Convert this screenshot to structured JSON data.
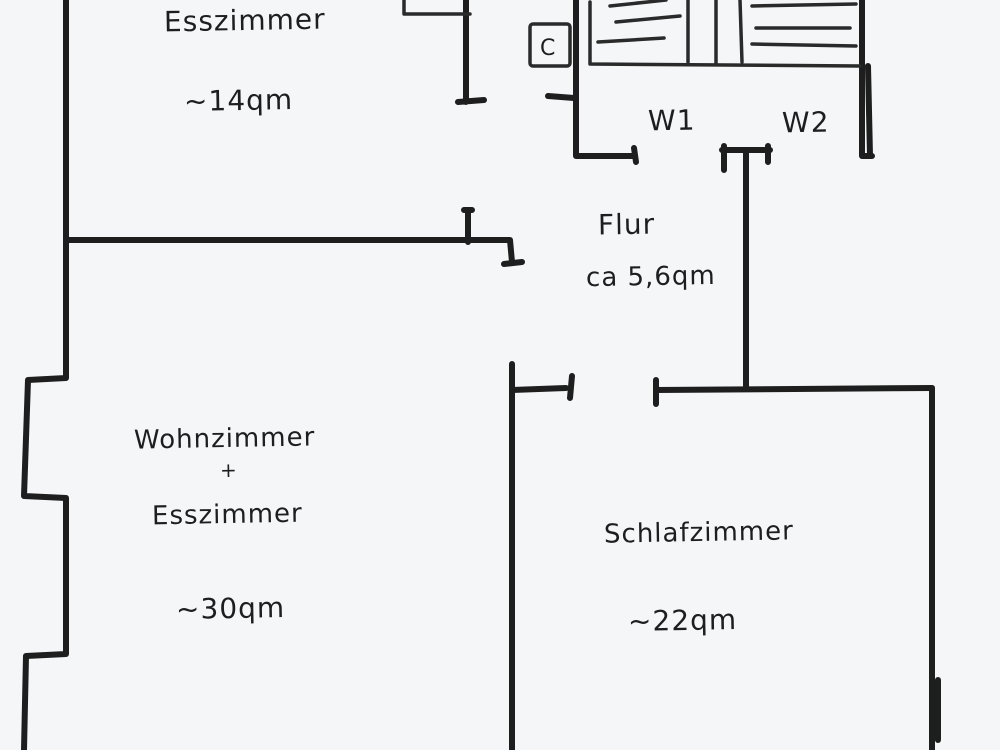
{
  "rooms": {
    "top_left": {
      "name": "Esszimmer",
      "area": "~14qm"
    },
    "hallway": {
      "name": "Flur",
      "area": "ca 5,6qm"
    },
    "living": {
      "name_line1": "Wohnzimmer",
      "plus": "+",
      "name_line2": "Esszimmer",
      "area": "~30qm"
    },
    "bedroom": {
      "name": "Schlafzimmer",
      "area": "~22qm"
    },
    "wardrobe_1": {
      "name": "W1"
    },
    "wardrobe_2": {
      "name": "W2"
    }
  },
  "colors": {
    "paper": "#f4f6f8",
    "ink": "#1e1e1e"
  }
}
